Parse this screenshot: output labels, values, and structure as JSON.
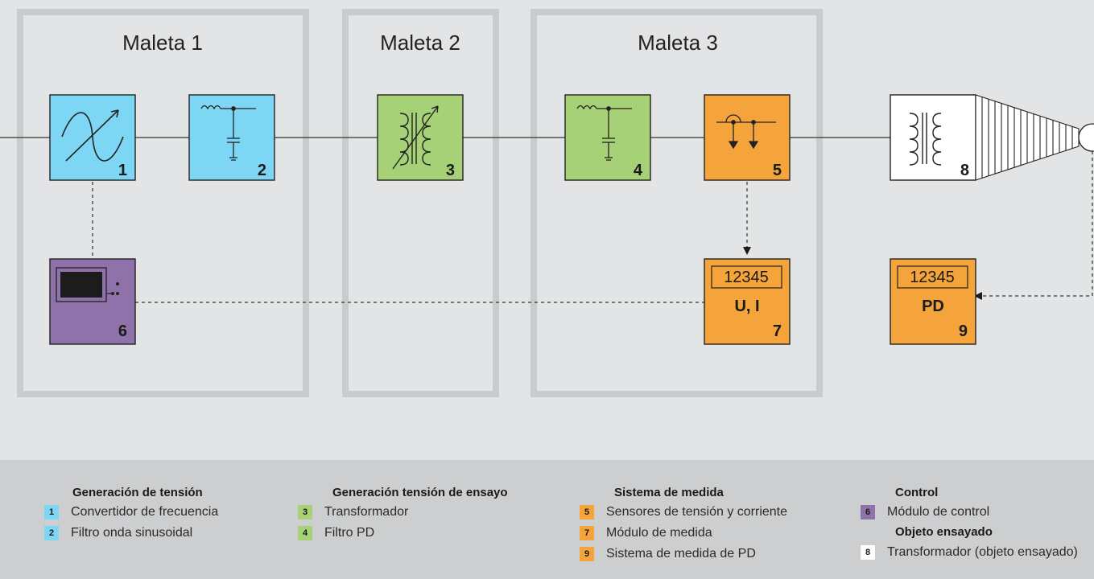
{
  "colors": {
    "background": "#e3e4e5",
    "legend_background": "#cdcecf",
    "case_border": "#cacbcc",
    "blue": "#7dd6f4",
    "green": "#a6d176",
    "orange": "#f5a43c",
    "purple": "#8e72a9",
    "white": "#ffffff"
  },
  "cases": [
    {
      "label": "Maleta 1"
    },
    {
      "label": "Maleta 2"
    },
    {
      "label": "Maleta 3"
    }
  ],
  "blocks": [
    {
      "number": "1",
      "color": "blue",
      "icon": "frequency-converter-icon"
    },
    {
      "number": "2",
      "color": "blue",
      "icon": "lc-filter-icon"
    },
    {
      "number": "3",
      "color": "green",
      "icon": "variable-transformer-icon"
    },
    {
      "number": "4",
      "color": "green",
      "icon": "lc-filter-icon"
    },
    {
      "number": "5",
      "color": "orange",
      "icon": "sensor-icon"
    },
    {
      "number": "6",
      "color": "purple",
      "icon": "control-panel-icon"
    },
    {
      "number": "7",
      "color": "orange",
      "display": "12345",
      "label": "U, I"
    },
    {
      "number": "8",
      "color": "white",
      "icon": "transformer-icon"
    },
    {
      "number": "9",
      "color": "orange",
      "display": "12345",
      "label": "PD"
    }
  ],
  "legend": {
    "groups": [
      {
        "title": "Generación de tensión",
        "items": [
          {
            "number": "1",
            "color": "blue",
            "text": "Convertidor de frecuencia"
          },
          {
            "number": "2",
            "color": "blue",
            "text": "Filtro onda sinusoidal"
          }
        ]
      },
      {
        "title": "Generación tensión de ensayo",
        "items": [
          {
            "number": "3",
            "color": "green",
            "text": "Transformador"
          },
          {
            "number": "4",
            "color": "green",
            "text": "Filtro PD"
          }
        ]
      },
      {
        "title": "Sistema de medida",
        "items": [
          {
            "number": "5",
            "color": "orange",
            "text": "Sensores de tensión y corriente"
          },
          {
            "number": "7",
            "color": "orange",
            "text": "Módulo de medida"
          },
          {
            "number": "9",
            "color": "orange",
            "text": "Sistema de medida de PD"
          }
        ]
      },
      {
        "title": "Control",
        "items": [
          {
            "number": "6",
            "color": "purple",
            "text": "Módulo de control"
          }
        ],
        "subtitle": "Objeto ensayado",
        "sub_items": [
          {
            "number": "8",
            "color": "white",
            "text": "Transformador (objeto ensayado)"
          }
        ]
      }
    ]
  }
}
